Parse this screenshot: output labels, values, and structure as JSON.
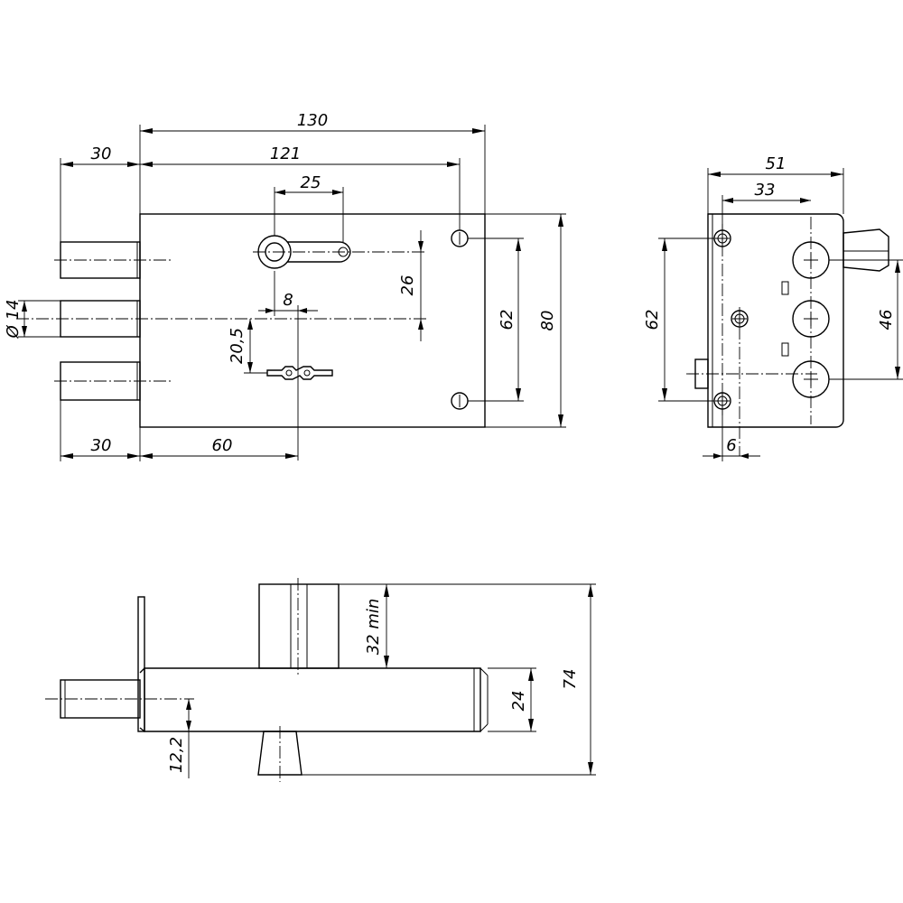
{
  "colors": {
    "line": "#000000",
    "background": "#ffffff"
  },
  "front_view": {
    "dim_130": "130",
    "dim_121": "121",
    "dim_30_top": "30",
    "dim_25": "25",
    "dim_26": "26",
    "dim_8": "8",
    "dim_dia14": "Ø 14",
    "dim_20_5": "20,5",
    "dim_62": "62",
    "dim_80": "80",
    "dim_30_bottom": "30",
    "dim_60": "60"
  },
  "side_view": {
    "dim_51": "51",
    "dim_33": "33",
    "dim_62": "62",
    "dim_46": "46",
    "dim_6": "6"
  },
  "bottom_view": {
    "dim_32min": "32 min",
    "dim_24": "24",
    "dim_74": "74",
    "dim_12_2": "12,2"
  }
}
